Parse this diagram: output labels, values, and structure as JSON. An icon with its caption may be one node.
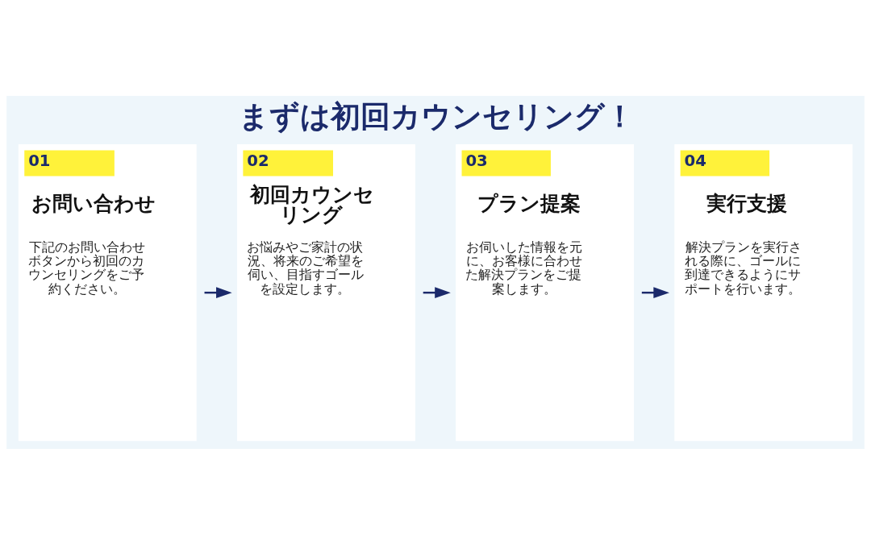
{
  "diagram": {
    "title": "まずは初回カウンセリング！",
    "nodes": [
      {
        "text": [
          "01",
          "お問い合わせ",
          "下記のお問い合わせボタンから初回のカウンセリングをご予約ください。"
        ]
      },
      {
        "text": [
          "02",
          "初回カウンセリング",
          "お悩みやご家計の状況、将来のご希望を伺い、目指すゴールを設定します。"
        ]
      },
      {
        "text": [
          "03",
          "プラン提案",
          "お伺いした情報を元に、お客様に合わせた解決プランをご提案します。"
        ]
      },
      {
        "text": [
          "04",
          "実行支援",
          "解決プランを実行される際に、ゴールに到達できるようにサポートを行います。"
        ]
      }
    ],
    "edges": [
      {
        "from": 0,
        "to": 1,
        "arrow": "to"
      },
      {
        "from": 1,
        "to": 2,
        "arrow": "to"
      },
      {
        "from": 2,
        "to": 3,
        "arrow": "to"
      }
    ]
  }
}
